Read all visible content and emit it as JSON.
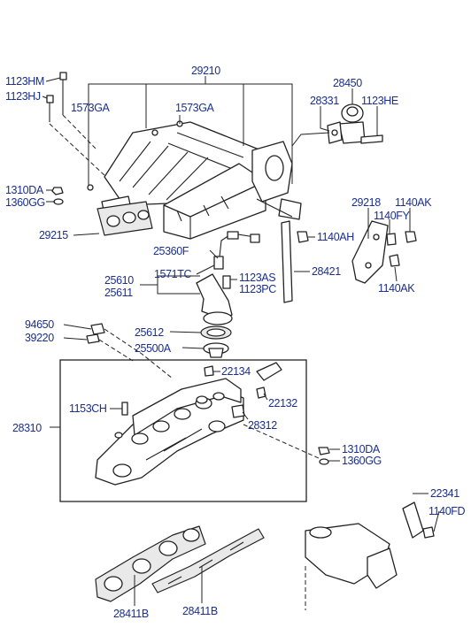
{
  "callouts": {
    "c29210": "29210",
    "c1123hm": "1123HM",
    "c1123hj": "1123HJ",
    "c1573ga_l": "1573GA",
    "c1573ga_r": "1573GA",
    "c28450": "28450",
    "c28331": "28331",
    "c1123he": "1123HE",
    "c1310da_t": "1310DA",
    "c1360gg_t": "1360GG",
    "c29215": "29215",
    "c29218": "29218",
    "c1140ak_t": "1140AK",
    "c1140fy": "1140FY",
    "c1140ah": "1140AH",
    "c25360f": "25360F",
    "c1571tc": "1571TC",
    "c1123as": "1123AS",
    "c1123pc": "1123PC",
    "c25610": "25610",
    "c25611": "25611",
    "c28421": "28421",
    "c1140ak_b": "1140AK",
    "c94650": "94650",
    "c39220": "39220",
    "c25612": "25612",
    "c25500a": "25500A",
    "c22134": "22134",
    "c22132": "22132",
    "c1153ch": "1153CH",
    "c28312": "28312",
    "c28310": "28310",
    "c1310da_b": "1310DA",
    "c1360gg_b": "1360GG",
    "c22341": "22341",
    "c1140fd": "1140FD",
    "c28411b_l": "28411B",
    "c28411b_r": "28411B"
  }
}
